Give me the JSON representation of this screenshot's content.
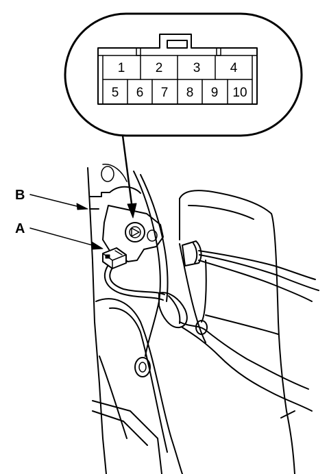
{
  "connector": {
    "top_row": [
      "1",
      "2",
      "3",
      "4"
    ],
    "bottom_row": [
      "5",
      "6",
      "7",
      "8",
      "9",
      "10"
    ]
  },
  "callouts": {
    "a": "A",
    "b": "B"
  }
}
